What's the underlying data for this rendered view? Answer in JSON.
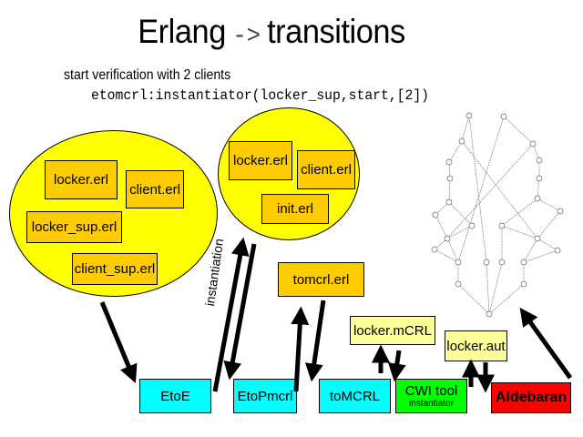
{
  "title": {
    "left": "Erlang",
    "arrow": "->",
    "right": "transitions"
  },
  "subtitle": "start verification with 2 clients",
  "code": "etomcrl:instantiator(locker_sup,start,[2])",
  "source_group": {
    "files": [
      "locker.erl",
      "client.erl",
      "locker_sup.erl",
      "client_sup.erl"
    ]
  },
  "instantiated_group": {
    "files": [
      "locker.erl",
      "client.erl",
      "init.erl"
    ]
  },
  "tomcrl_file": "tomcrl.erl",
  "locker_mcrl": "locker.mCRL",
  "locker_aut": "locker.aut",
  "tools": {
    "etoe": "EtoE",
    "etopmcrl": "EtoPmcrl",
    "tomcrl": "toMCRL",
    "cwi": {
      "label": "CWI tool",
      "sub": "instantiator"
    },
    "aldebaran": "Aldebaran"
  },
  "instantiation_label": "instantiation",
  "colors": {
    "ellipse": "#ffff00",
    "erl_file": "#ffcc00",
    "generated_file": "#ffff99",
    "tool": "#00ffff",
    "cwi_tool": "#00ff00",
    "aldebaran": "#ff0000"
  }
}
